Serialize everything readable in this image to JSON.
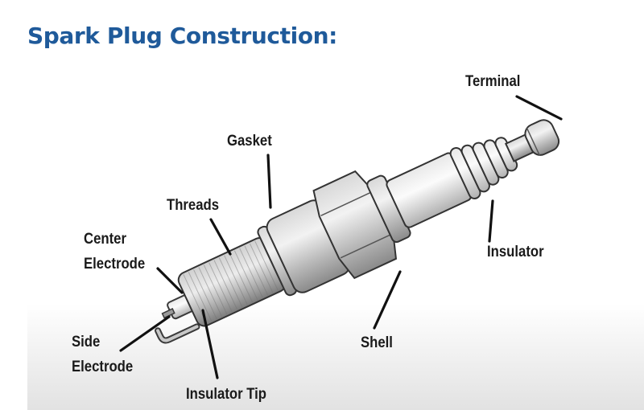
{
  "title": "Spark Plug Construction:",
  "labels": {
    "terminal": "Terminal",
    "gasket": "Gasket",
    "threads": "Threads",
    "center_electrode": [
      "Center",
      "Electrode"
    ],
    "insulator": "Insulator",
    "side_electrode": [
      "Side",
      "Electrode"
    ],
    "shell": "Shell",
    "insulator_tip": "Insulator Tip"
  }
}
